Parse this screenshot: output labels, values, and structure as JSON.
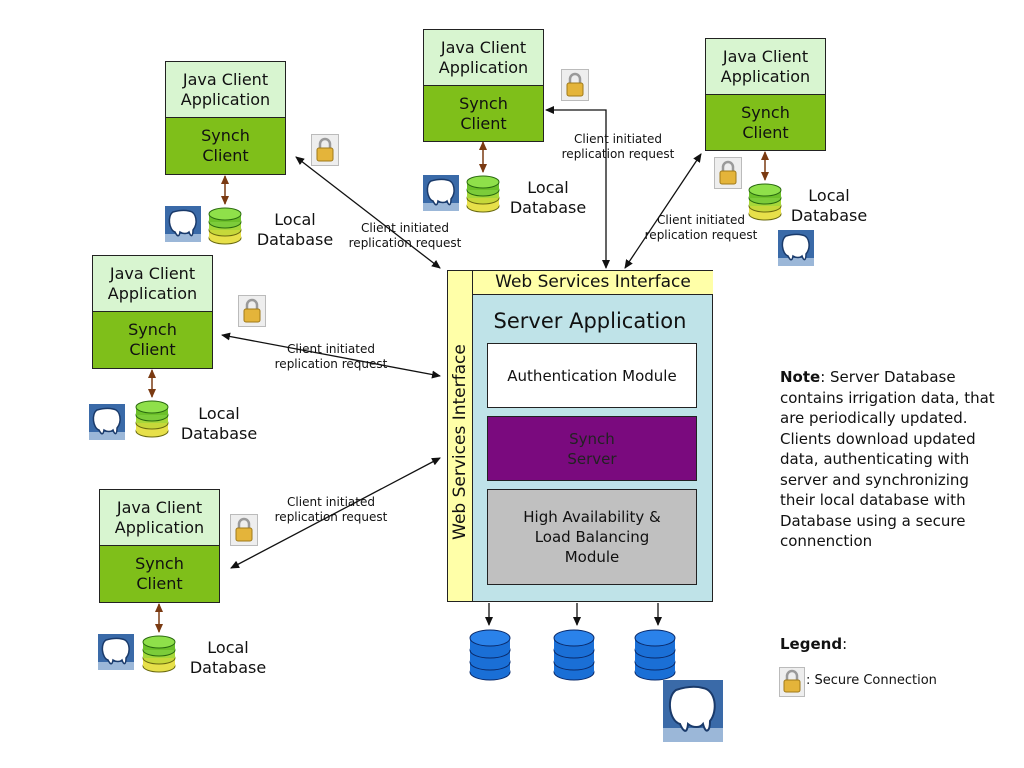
{
  "clients": [
    {
      "app": "Java Client\nApplication",
      "synch": "Synch\nClient",
      "db": "Local\nDatabase"
    },
    {
      "app": "Java Client\nApplication",
      "synch": "Synch\nClient",
      "db": "Local\nDatabase"
    },
    {
      "app": "Java Client\nApplication",
      "synch": "Synch\nClient",
      "db": "Local\nDatabase"
    },
    {
      "app": "Java Client\nApplication",
      "synch": "Synch\nClient",
      "db": "Local\nDatabase"
    },
    {
      "app": "Java Client\nApplication",
      "synch": "Synch\nClient",
      "db": "Local\nDatabase"
    }
  ],
  "requests": [
    "Client initiated\nreplication request",
    "Client initiated\nreplication request",
    "Client initiated\nreplication request",
    "Client initiated\nreplication request",
    "Client initiated\nreplication request"
  ],
  "server": {
    "ws_top": "Web Services Interface",
    "ws_left": "Web Services Interface",
    "title": "Server Application",
    "auth": "Authentication Module",
    "synch": "Synch\nServer",
    "ha": "High Availability &\nLoad Balancing\nModule"
  },
  "note": {
    "label": "Note",
    "text": ": Server Database contains irrigation data, that are periodically updated.\nClients download updated data, authenticating with server and synchronizing their local database with Database using a secure connenction"
  },
  "legend": {
    "title": "Legend",
    "text": ": Secure Connection"
  },
  "colors": {
    "client_app": "#d8f5d0",
    "synch_client": "#7fbf1a",
    "server_bg": "#bfe3e8",
    "ws_interface": "#ffffa8",
    "synch_server": "#7a0a7e",
    "ha_module": "#c0c0c0",
    "server_db": "#1a6fd6"
  }
}
